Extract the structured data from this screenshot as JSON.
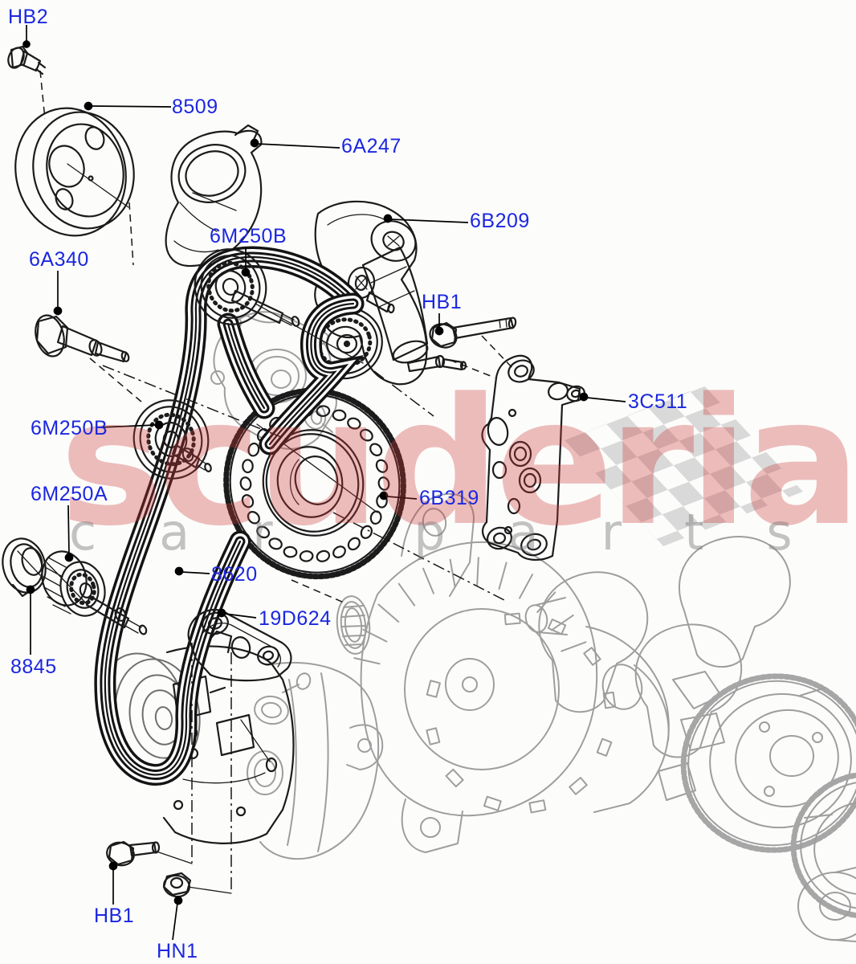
{
  "page": {
    "background_color": "#fcfdfb"
  },
  "watermark": {
    "brand_text": "scuderia",
    "subtext": "car parts",
    "brand_color": "rgba(204,58,58,0.33)",
    "subtext_color": "rgba(122,122,122,0.45)",
    "flag_color": "#d5d5d5"
  },
  "style": {
    "label_color": "#1c27e0",
    "line_color": "#1b1b1b",
    "background_part_color": "#9e9e9e"
  },
  "labels": {
    "hb2": "HB2",
    "p8509": "8509",
    "p6a247": "6A247",
    "p6b209": "6B209",
    "p6m250b_top": "6M250B",
    "p6a340": "6A340",
    "hb1_top": "HB1",
    "p3c511": "3C511",
    "p6m250b_left": "6M250B",
    "p6m250a": "6M250A",
    "p6b319": "6B319",
    "p8620": "8620",
    "p19d624": "19D624",
    "p8845": "8845",
    "hb1_bottom": "HB1",
    "hn1": "HN1"
  }
}
